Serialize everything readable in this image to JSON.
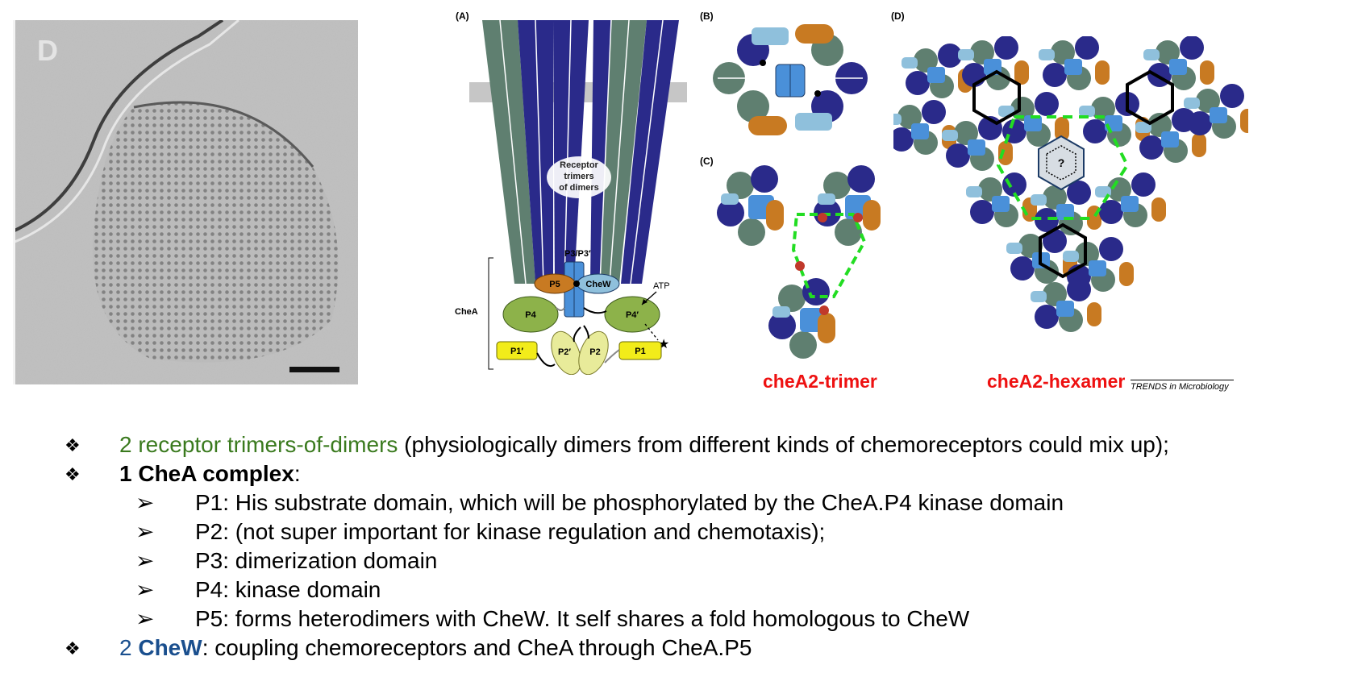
{
  "micrograph": {
    "letter": "D"
  },
  "panelA": {
    "label": "(A)",
    "receptor_label": [
      "Receptor",
      "trimers",
      "of dimers"
    ],
    "p3_label": "P3/P3′",
    "p5_label": "P5",
    "chew_label": "CheW",
    "atp_label": "ATP",
    "chea_label": "CheA",
    "p4_label": "P4",
    "p4p_label": "P4′",
    "p1p_label": "P1′",
    "p2p_label": "P2′",
    "p2_label": "P2",
    "p1_label": "P1"
  },
  "panelB": {
    "label": "(B)"
  },
  "panelC": {
    "label": "(C)",
    "caption": "cheA2-trimer"
  },
  "panelD": {
    "label": "(D)",
    "caption": "cheA2-hexamer",
    "question": "?"
  },
  "journal_credit": "TRENDS in Microbiology",
  "colors": {
    "receptor_green": "#5f7f70",
    "receptor_blue": "#2a2a8a",
    "p5_orange": "#c87a22",
    "chew_lightblue": "#8fc0dc",
    "p3_blue": "#4a90d9",
    "p4_green": "#8db24a",
    "p2_lightyellow": "#e8eb9a",
    "p1_yellow": "#f2ec1a",
    "dash_green": "#22dd22",
    "caption_red": "#ee1111",
    "text_green": "#3a7a1e",
    "text_blue": "#1a4f8e"
  },
  "bullets": {
    "b1": {
      "part1": "2 receptor trimers-of-dimers",
      "part2": " (physiologically dimers from different kinds of chemoreceptors could mix up);"
    },
    "b2": {
      "part1": "1 CheA complex",
      "part2": ":"
    },
    "sub": [
      "P1: His substrate domain, which will be phosphorylated by the CheA.P4 kinase domain",
      "P2: (not super important for kinase regulation and chemotaxis);",
      "P3: dimerization domain",
      "P4: kinase domain",
      "P5: forms heterodimers with CheW. It self shares a fold homologous to CheW"
    ],
    "b3": {
      "part1": "2 ",
      "part2": "CheW",
      "part3": ": coupling chemoreceptors and CheA through CheA.P5"
    },
    "main_marker": "❖",
    "sub_marker": "➢"
  }
}
